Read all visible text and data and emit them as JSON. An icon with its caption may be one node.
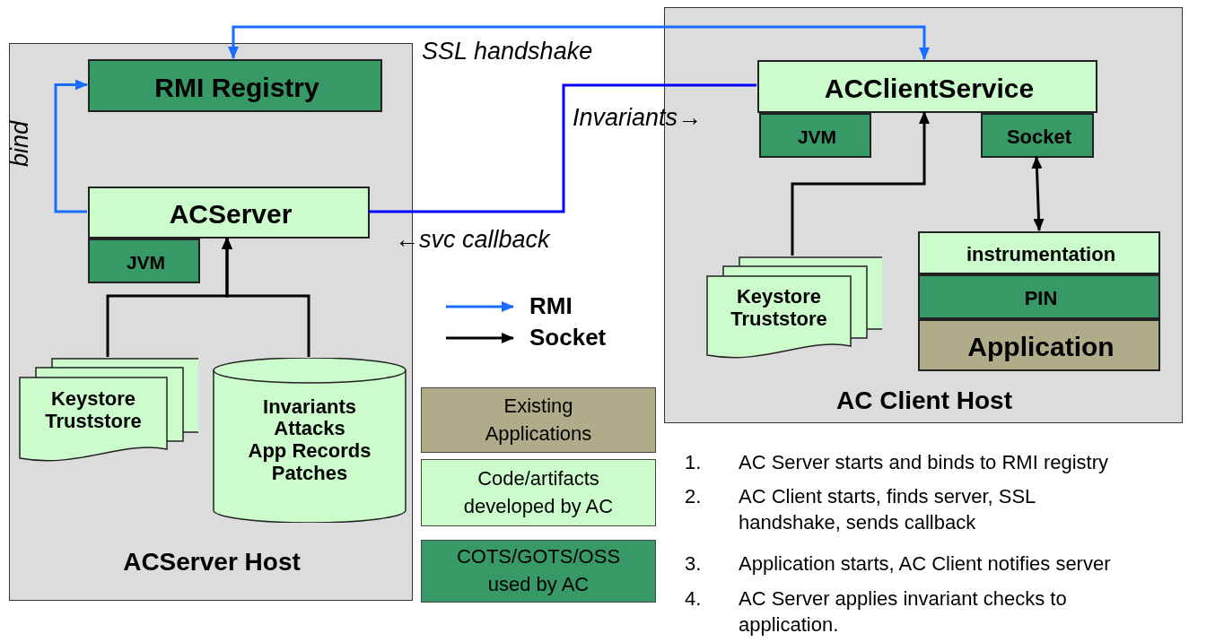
{
  "diagram": {
    "nodes": [
      {
        "text": [
          "ACServer Host"
        ]
      },
      {
        "text": [
          "RMI Registry"
        ],
        "in": 0
      },
      {
        "text": [
          "ACServer"
        ],
        "in": 0
      },
      {
        "text": [
          "JVM"
        ],
        "in": 0
      },
      {
        "text": [
          "Keystore Truststore"
        ],
        "in": 0
      },
      {
        "text": [
          "Invariants",
          "Attacks",
          "App Records",
          "Patches"
        ],
        "in": 0
      },
      {
        "text": [
          "AC Client Host"
        ]
      },
      {
        "text": [
          "ACClientService"
        ],
        "in": 6
      },
      {
        "text": [
          "JVM"
        ],
        "in": 6
      },
      {
        "text": [
          "Socket"
        ],
        "in": 6
      },
      {
        "text": [
          "Keystore Truststore"
        ],
        "in": 6
      },
      {
        "text": [
          "instrumentation"
        ],
        "in": 6
      },
      {
        "text": [
          "PIN"
        ],
        "in": 6
      },
      {
        "text": [
          "Application"
        ],
        "in": 6
      }
    ],
    "edges": [
      {
        "from": 2,
        "to": 1,
        "arrow": "to",
        "label": "bind",
        "color": "#1a6cff"
      },
      {
        "from": 7,
        "to": 1,
        "arrow": "both",
        "label": "SSL handshake",
        "color": "#1a6cff"
      },
      {
        "from": 2,
        "to": 7,
        "arrow": "none",
        "color": "#0000ff"
      },
      {
        "from": 4,
        "to": 2,
        "arrow": "to"
      },
      {
        "from": 5,
        "to": 2,
        "arrow": "to"
      },
      {
        "from": 10,
        "to": 7,
        "arrow": "to"
      },
      {
        "from": 9,
        "to": 11,
        "arrow": "both"
      }
    ],
    "labels": [
      "Invariants→",
      "←svc callback",
      "1.",
      "AC Server starts and binds to RMI registry",
      "2.",
      "AC Client starts, finds server, SSL handshake, sends callback",
      "3.",
      "Application starts, AC Client notifies server",
      "4.",
      "AC Server applies invariant checks to application."
    ],
    "legend": [
      {
        "text": "RMI"
      },
      {
        "text": "Socket"
      },
      {
        "text": "Existing Applications",
        "color": "#b0ab88"
      },
      {
        "text": "Code/artifacts developed by AC",
        "color": "#ccfccc"
      },
      {
        "text": "COTS/GOTS/OSS used by  AC",
        "color": "#379966"
      }
    ]
  }
}
